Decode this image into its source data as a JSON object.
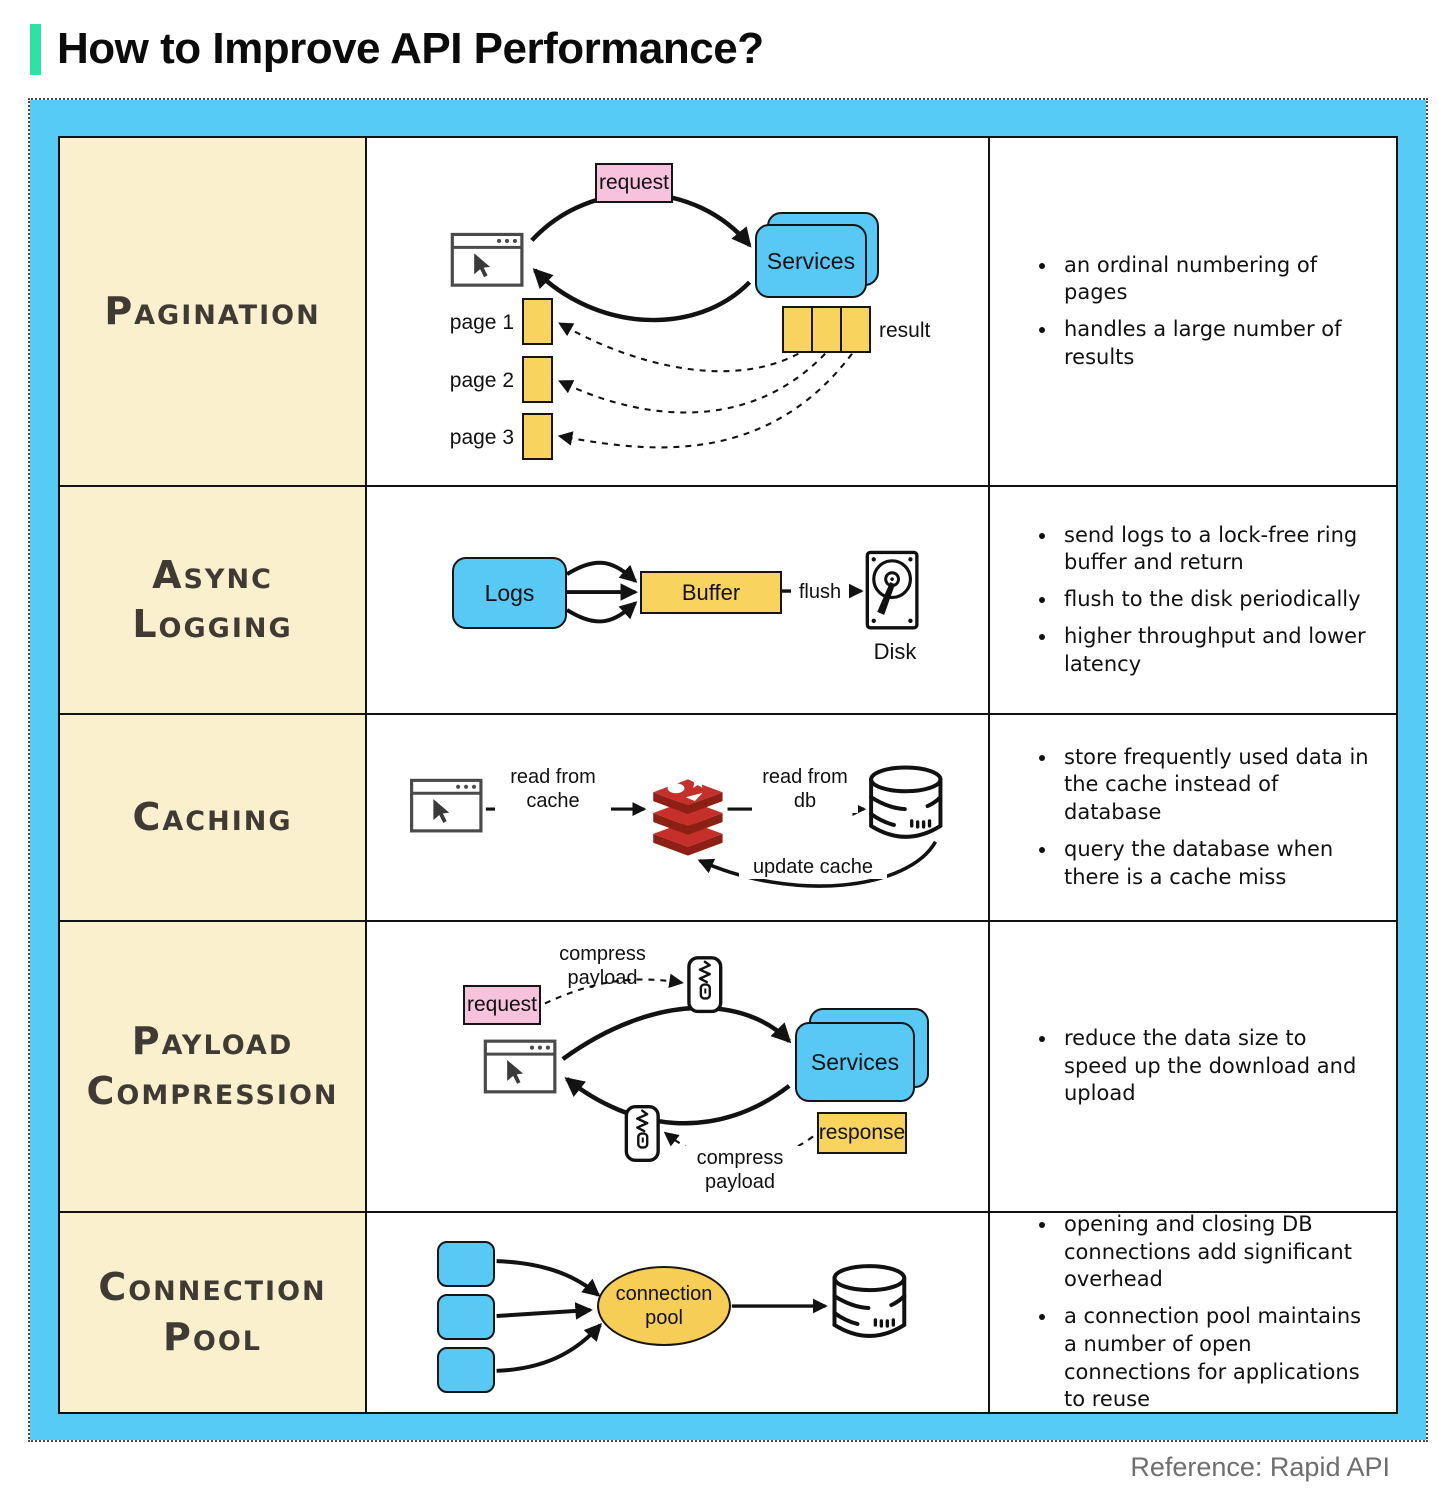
{
  "title": "How to Improve API Performance?",
  "footer": {
    "reference": "Reference: Rapid API"
  },
  "colors": {
    "frame_blue": "#55CBF6",
    "panel_cream": "#FAF0CE",
    "box_blue": "#58C9F4",
    "box_yellow": "#F8D35E",
    "box_pink": "#F7C2DC",
    "accent_green": "#2BE3A2",
    "redis_red": "#C6302B"
  },
  "rows": [
    {
      "label": "Pagination",
      "bullets": [
        "an ordinal numbering of pages",
        "handles a large number of results"
      ],
      "diagram": {
        "request": "request",
        "services": "Services",
        "result": "result",
        "pages": [
          "page 1",
          "page 2",
          "page 3"
        ]
      }
    },
    {
      "label": "Async Logging",
      "bullets": [
        "send logs to a lock-free ring buffer and return",
        "flush to the disk periodically",
        "higher throughput and lower latency"
      ],
      "diagram": {
        "logs": "Logs",
        "buffer": "Buffer",
        "flush": "flush",
        "disk": "Disk"
      }
    },
    {
      "label": "Caching",
      "bullets": [
        "store frequently used data in the cache instead of database",
        "query the database when there is a cache miss"
      ],
      "diagram": {
        "read_from_cache": "read from cache",
        "read_from_db": "read from db",
        "update_cache": "update cache"
      }
    },
    {
      "label": "Payload Compression",
      "bullets": [
        "reduce the data size to speed up the download and upload"
      ],
      "diagram": {
        "request": "request",
        "services": "Services",
        "response": "response",
        "compress_payload_top": "compress payload",
        "compress_payload_bottom": "compress payload"
      }
    },
    {
      "label": "Connection Pool",
      "bullets": [
        "opening and closing DB connections add significant overhead",
        "a connection pool maintains a number of open connections for applications to reuse"
      ],
      "diagram": {
        "pool": "connection pool"
      }
    }
  ]
}
